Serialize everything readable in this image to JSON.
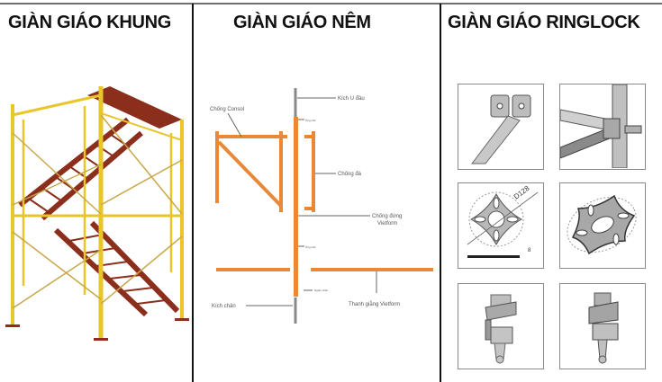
{
  "columns": [
    {
      "title": "GIÀN GIÁO KHUNG",
      "image": "frame-scaffolding-with-stairs"
    },
    {
      "title": "GIÀN GIÁO NÊM",
      "image": "wedge-scaffolding-diagram",
      "labels": {
        "top_jack": "Kích U đầu",
        "console": "Chống Consol",
        "beam_support": "Chống đà",
        "vertical_1": "Chống đứng",
        "vertical_2": "Vietform",
        "tube_top": "Ống chờ",
        "tube_mid": "Ống chờ",
        "base_plate": "Ngàm chân",
        "base_jack": "Kích chân",
        "ledger": "Thanh giằng Vietform"
      }
    },
    {
      "title": "GIÀN GIÁO RINGLOCK",
      "image": "ringlock-components",
      "parts": [
        {
          "name": "ledger-end"
        },
        {
          "name": "node-connection"
        },
        {
          "name": "rosette-plan",
          "dimension_label": "D128",
          "thickness_label": "8"
        },
        {
          "name": "rosette-3d"
        },
        {
          "name": "wedge-head-front"
        },
        {
          "name": "wedge-head-angle"
        }
      ]
    }
  ],
  "colors": {
    "frame_yellow": "#e8c62a",
    "stair_red": "#8b2e1c",
    "wedge_orange": "#e8893a",
    "part_gray": "#b8b8b8"
  }
}
